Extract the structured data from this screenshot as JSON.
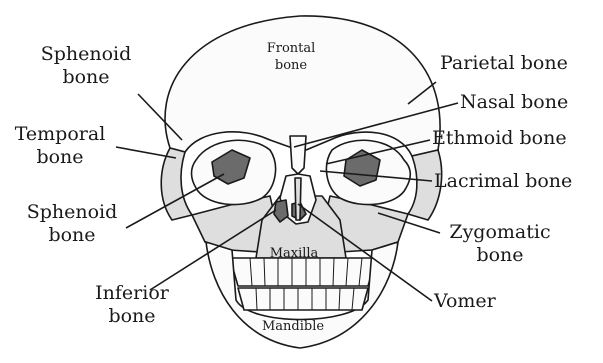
{
  "diagram": {
    "colors": {
      "bone_light": "#dedede",
      "bone_white": "#fbfbfb",
      "bone_dark": "#6b6b6b",
      "outline": "#1a1a1a",
      "label_text": "#1a1a1a"
    },
    "left_labels": {
      "sphenoid_top_line1": "Sphenoid",
      "sphenoid_top_line2": "bone",
      "temporal_line1": "Temporal",
      "temporal_line2": "bone",
      "sphenoid_mid_line1": "Sphenoid",
      "sphenoid_mid_line2": "bone",
      "inferior_line1": "Inferior",
      "inferior_line2": "bone"
    },
    "right_labels": {
      "parietal": "Parietal bone",
      "nasal": "Nasal bone",
      "ethmoid": "Ethmoid bone",
      "lacrimal": "Lacrimal bone",
      "zygomatic_line1": "Zygomatic",
      "zygomatic_line2": "bone",
      "vomer": "Vomer"
    },
    "inner_labels": {
      "frontal_line1": "Frontal",
      "frontal_line2": "bone",
      "maxilla": "Maxilla",
      "mandible": "Mandible"
    }
  }
}
